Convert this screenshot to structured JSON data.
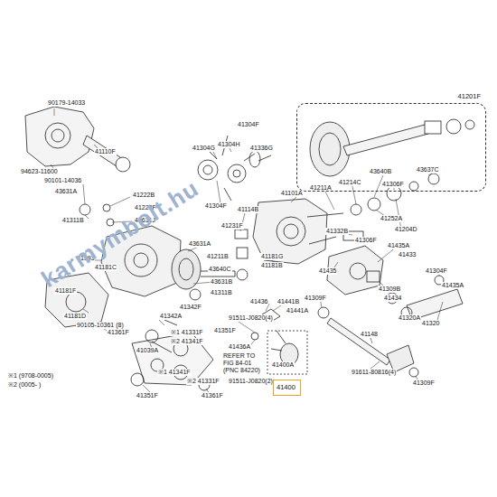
{
  "diagram": {
    "nodes": [
      {
        "text": [
          "41201F"
        ]
      },
      {
        "text": [
          "41400"
        ]
      }
    ],
    "labels": [
      "90179-14033",
      "41110F",
      "94623-11600",
      "90101-14036",
      "43631A",
      "41222B",
      "41222F",
      "43631J",
      "41311B",
      "43631A",
      "41211B",
      "41231F",
      "43640C",
      "43631B",
      "41311B",
      "41993",
      "41181C",
      "41181F",
      "41181D",
      "90105-10361 (8)",
      "41361F",
      "41342A",
      "41342F",
      "※1 41331F",
      "※2 41341F",
      "41039A",
      "※1 41341F",
      "※2 41331F",
      "41351F",
      "41361F",
      "41351F",
      "41304F",
      "41304G",
      "41304H",
      "41336G",
      "41304F",
      "41114B",
      "41101A",
      "41211A",
      "41214C",
      "43640B",
      "41306F",
      "43637C",
      "41252A",
      "41204D",
      "41332B",
      "41306F",
      "41435A",
      "41433",
      "41181G",
      "41181B",
      "41435",
      "41304F",
      "41435A",
      "41309B",
      "41434",
      "41309F",
      "41320A",
      "41320",
      "41441B",
      "41441A",
      "41436",
      "91511-J0820(4)",
      "41436A",
      "REFER TO FIG 84-01 (PNC 84220)",
      "91511-J0820(2)",
      "41400A",
      "41148",
      "91611-80816(4)",
      "41309F",
      "※1 (9708-0005)",
      "※2 (0005-      )",
      "karmymbolt.hu"
    ]
  }
}
